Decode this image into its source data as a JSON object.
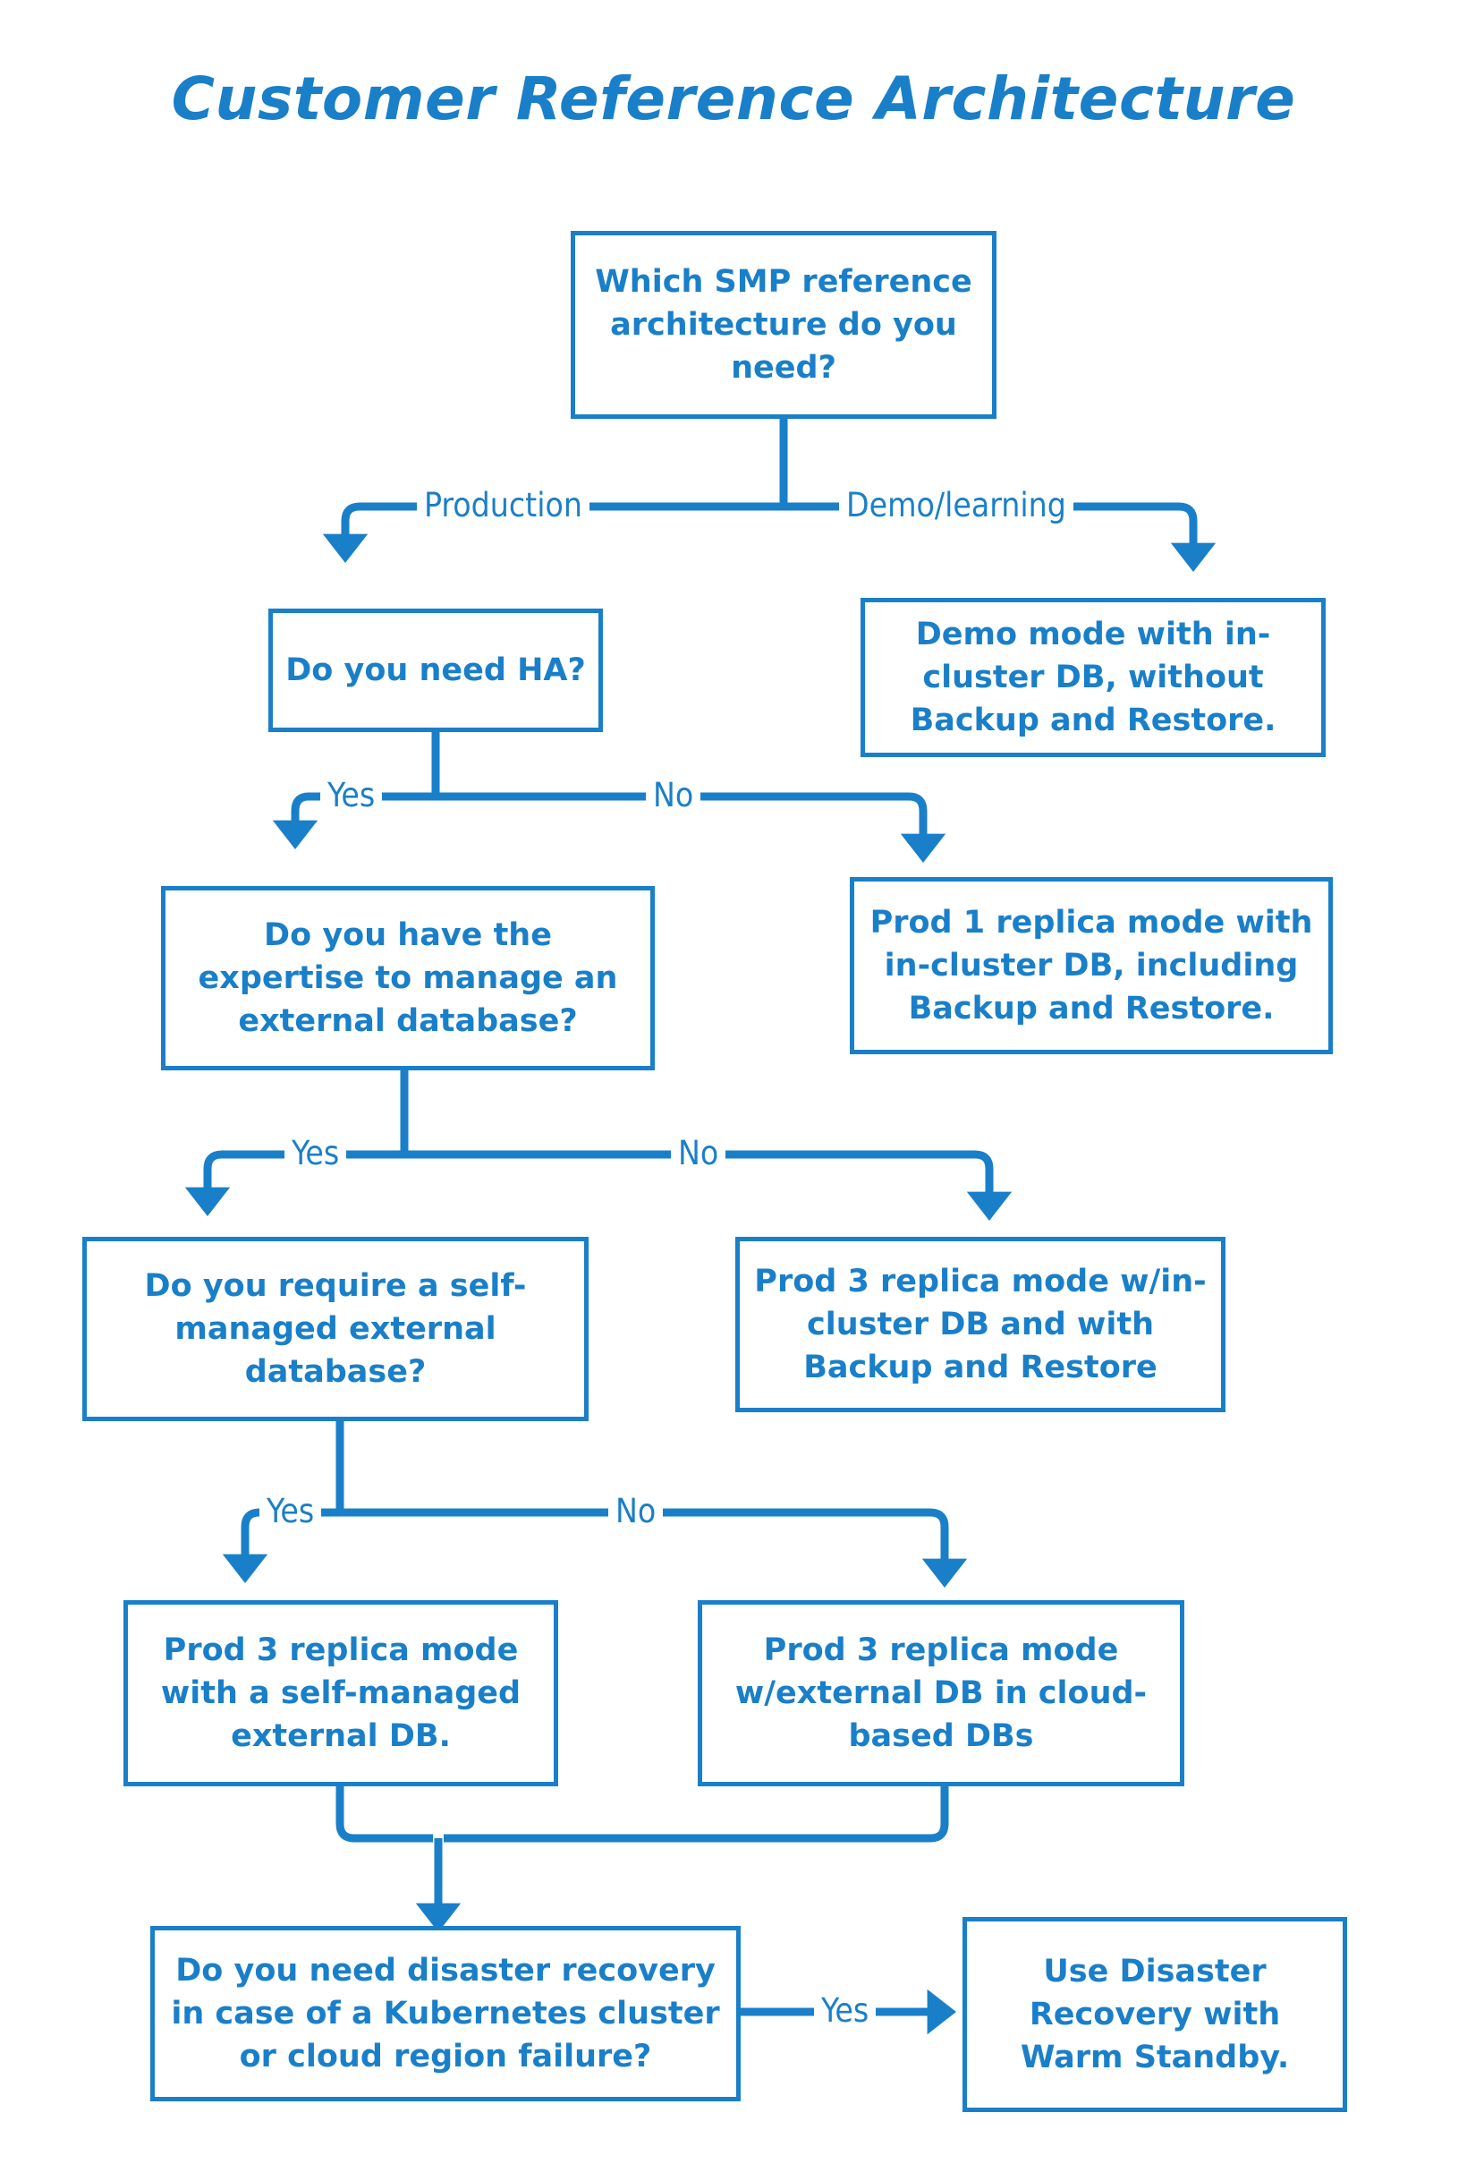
{
  "page": {
    "title": "Customer Reference Architecture",
    "accent_color": "#1a7fc9",
    "background_color": "#ffffff"
  },
  "nodes": {
    "root_question": "Which SMP reference architecture do you need?",
    "demo_result": "Demo mode with in-cluster DB, without Backup and Restore.",
    "ha_question": "Do you need HA?",
    "prod1_result": "Prod 1 replica mode with in-cluster DB, including Backup and Restore.",
    "expertise_question": "Do you have the expertise to manage an external database?",
    "prod3_incluster_result": "Prod 3 replica mode w/in-cluster DB and with Backup and Restore",
    "selfmanaged_question": "Do you require a self-managed external database?",
    "prod3_selfmanaged_result": "Prod 3 replica mode with a self-managed external DB.",
    "prod3_cloud_result": "Prod 3 replica mode w/external DB in cloud-based DBs",
    "dr_question": "Do you need disaster recovery in case of a Kubernetes cluster or cloud region failure?",
    "dr_result": "Use Disaster Recovery with Warm Standby."
  },
  "edge_labels": {
    "production": "Production",
    "demo_learning": "Demo/learning",
    "ha_yes": "Yes",
    "ha_no": "No",
    "expertise_yes": "Yes",
    "expertise_no": "No",
    "selfmanaged_yes": "Yes",
    "selfmanaged_no": "No",
    "dr_yes": "Yes"
  },
  "chart_data": {
    "type": "diagram",
    "title": "Customer Reference Architecture",
    "diagram_kind": "flowchart-decision-tree",
    "orientation": "top-down",
    "nodes": [
      {
        "id": "root_question",
        "kind": "decision",
        "text": "Which SMP reference architecture do you need?"
      },
      {
        "id": "ha_question",
        "kind": "decision",
        "text": "Do you need HA?"
      },
      {
        "id": "demo_result",
        "kind": "terminal",
        "text": "Demo mode with in-cluster DB, without Backup and Restore."
      },
      {
        "id": "prod1_result",
        "kind": "terminal",
        "text": "Prod 1 replica mode with in-cluster DB, including Backup and Restore."
      },
      {
        "id": "expertise_question",
        "kind": "decision",
        "text": "Do you have the expertise to manage an external database?"
      },
      {
        "id": "prod3_incluster_result",
        "kind": "terminal",
        "text": "Prod 3 replica mode w/in-cluster DB and with Backup and Restore"
      },
      {
        "id": "selfmanaged_question",
        "kind": "decision",
        "text": "Do you require a self-managed external database?"
      },
      {
        "id": "prod3_selfmanaged_result",
        "kind": "terminal",
        "text": "Prod 3 replica mode with a self-managed external DB."
      },
      {
        "id": "prod3_cloud_result",
        "kind": "terminal",
        "text": "Prod 3 replica mode w/external DB in cloud-based DBs"
      },
      {
        "id": "dr_question",
        "kind": "decision",
        "text": "Do you need disaster recovery in case of a Kubernetes cluster or cloud region failure?"
      },
      {
        "id": "dr_result",
        "kind": "terminal",
        "text": "Use Disaster Recovery with Warm Standby."
      }
    ],
    "edges": [
      {
        "from": "root_question",
        "to": "ha_question",
        "label": "Production"
      },
      {
        "from": "root_question",
        "to": "demo_result",
        "label": "Demo/learning"
      },
      {
        "from": "ha_question",
        "to": "expertise_question",
        "label": "Yes"
      },
      {
        "from": "ha_question",
        "to": "prod1_result",
        "label": "No"
      },
      {
        "from": "expertise_question",
        "to": "selfmanaged_question",
        "label": "Yes"
      },
      {
        "from": "expertise_question",
        "to": "prod3_incluster_result",
        "label": "No"
      },
      {
        "from": "selfmanaged_question",
        "to": "prod3_selfmanaged_result",
        "label": "Yes"
      },
      {
        "from": "selfmanaged_question",
        "to": "prod3_cloud_result",
        "label": "No"
      },
      {
        "from": "prod3_selfmanaged_result",
        "to": "dr_question",
        "label": ""
      },
      {
        "from": "prod3_cloud_result",
        "to": "dr_question",
        "label": ""
      },
      {
        "from": "dr_question",
        "to": "dr_result",
        "label": "Yes"
      }
    ]
  }
}
